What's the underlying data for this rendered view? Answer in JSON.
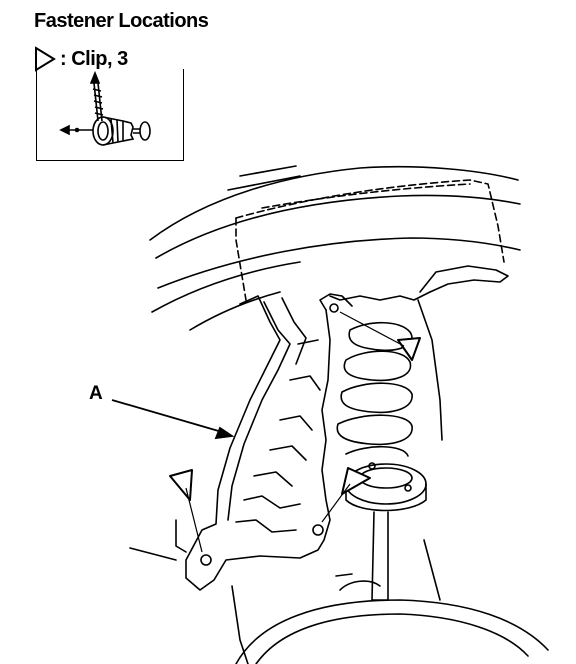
{
  "header": {
    "title": "Fastener Locations"
  },
  "legend": {
    "symbol": "clip-triangle-icon",
    "text": ": Clip, 3"
  },
  "callouts": {
    "a_label": "A"
  },
  "colors": {
    "ink": "#000000",
    "paper": "#ffffff"
  }
}
